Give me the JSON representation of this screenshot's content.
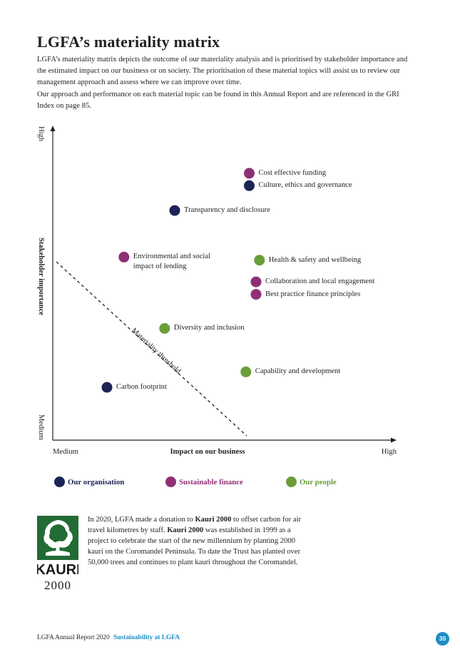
{
  "page": {
    "title": "LGFA’s materiality matrix",
    "intro1": "LGFA’s materiality matrix depicts the outcome of our materiality analysis and is prioritised by stakeholder importance and the estimated impact on our business or on society. The prioritisation of these material topics will assist us to review our management approach and assess where we can improve over time.",
    "intro2": "Our approach and performance on each material topic can be found in this Annual Report and are referenced in the GRI Index on page 85."
  },
  "chart_data": {
    "type": "scatter",
    "xlabel": "Impact on our business",
    "ylabel": "Stakeholder importance",
    "x_ticks": [
      "Medium",
      "High"
    ],
    "y_ticks": [
      "Medium",
      "High"
    ],
    "threshold_label": "Materiality threshold",
    "grid": false,
    "legend_position": "bottom",
    "colors": {
      "Our organisation": "#1c2357",
      "Sustainable finance": "#8e2f75",
      "Our people": "#6a9e3b"
    },
    "legend": [
      {
        "key": "org",
        "label": "Our organisation",
        "color": "#1c2357"
      },
      {
        "key": "fin",
        "label": "Sustainable finance",
        "color": "#8e2f75"
      },
      {
        "key": "ppl",
        "label": "Our people",
        "color": "#6a9e3b"
      }
    ],
    "points": [
      {
        "label": "Cost effective funding",
        "category": "Sustainable finance",
        "x": 0.58,
        "y": 0.86
      },
      {
        "label": "Culture, ethics and governance",
        "category": "Our organisation",
        "x": 0.58,
        "y": 0.82
      },
      {
        "label": "Transparency and disclosure",
        "category": "Our organisation",
        "x": 0.36,
        "y": 0.74
      },
      {
        "label": "Environmental and social impact of lending",
        "category": "Sustainable finance",
        "x": 0.21,
        "y": 0.59
      },
      {
        "label": "Health & safety and wellbeing",
        "category": "Our people",
        "x": 0.61,
        "y": 0.58
      },
      {
        "label": "Collaboration and local engagement",
        "category": "Sustainable finance",
        "x": 0.6,
        "y": 0.51
      },
      {
        "label": "Best practice finance principles",
        "category": "Sustainable finance",
        "x": 0.6,
        "y": 0.47
      },
      {
        "label": "Diversity and inclusion",
        "category": "Our people",
        "x": 0.33,
        "y": 0.36
      },
      {
        "label": "Capability and development",
        "category": "Our people",
        "x": 0.57,
        "y": 0.22
      },
      {
        "label": "Carbon footprint",
        "category": "Our organisation",
        "x": 0.16,
        "y": 0.17
      }
    ]
  },
  "kauri": {
    "logo_word": "KAURI",
    "logo_year": "2000",
    "text_1": "In 2020, LGFA made a donation to ",
    "bold_1": "Kauri 2000",
    "text_2": " to offset carbon for air travel kilometres by staff. ",
    "bold_2": "Kauri 2000",
    "text_3": " was established in 1999 as a project to celebrate the start of the new millennium by planting 2000 kauri on the Coromandel Peninsula. To date the Trust has planted over 50,000 trees and continues to plant kauri throughout the Coromandel."
  },
  "footer": {
    "report": "LGFA Annual Report 2020",
    "section": "Sustainability at LGFA",
    "page_number": "35"
  }
}
